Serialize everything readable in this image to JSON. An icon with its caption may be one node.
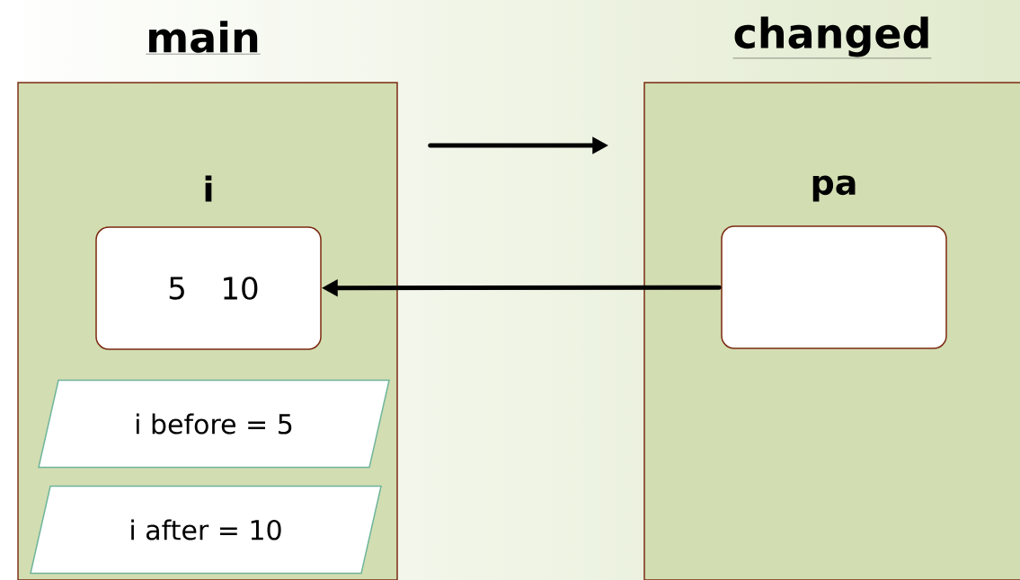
{
  "diagram": {
    "nodes": [
      {
        "text": [
          "main"
        ]
      },
      {
        "text": [
          "changed"
        ]
      },
      {
        "text": [
          "i",
          "5",
          "10"
        ],
        "in": 0
      },
      {
        "text": [
          "pa"
        ],
        "in": 1
      },
      {
        "text": [
          "i before = 5"
        ],
        "in": 0
      },
      {
        "text": [
          "i after = 10"
        ],
        "in": 0
      }
    ],
    "edges": [
      {
        "from": 0,
        "to": 1,
        "arrow": "to"
      },
      {
        "from": 3,
        "to": 2,
        "arrow": "to"
      }
    ]
  }
}
